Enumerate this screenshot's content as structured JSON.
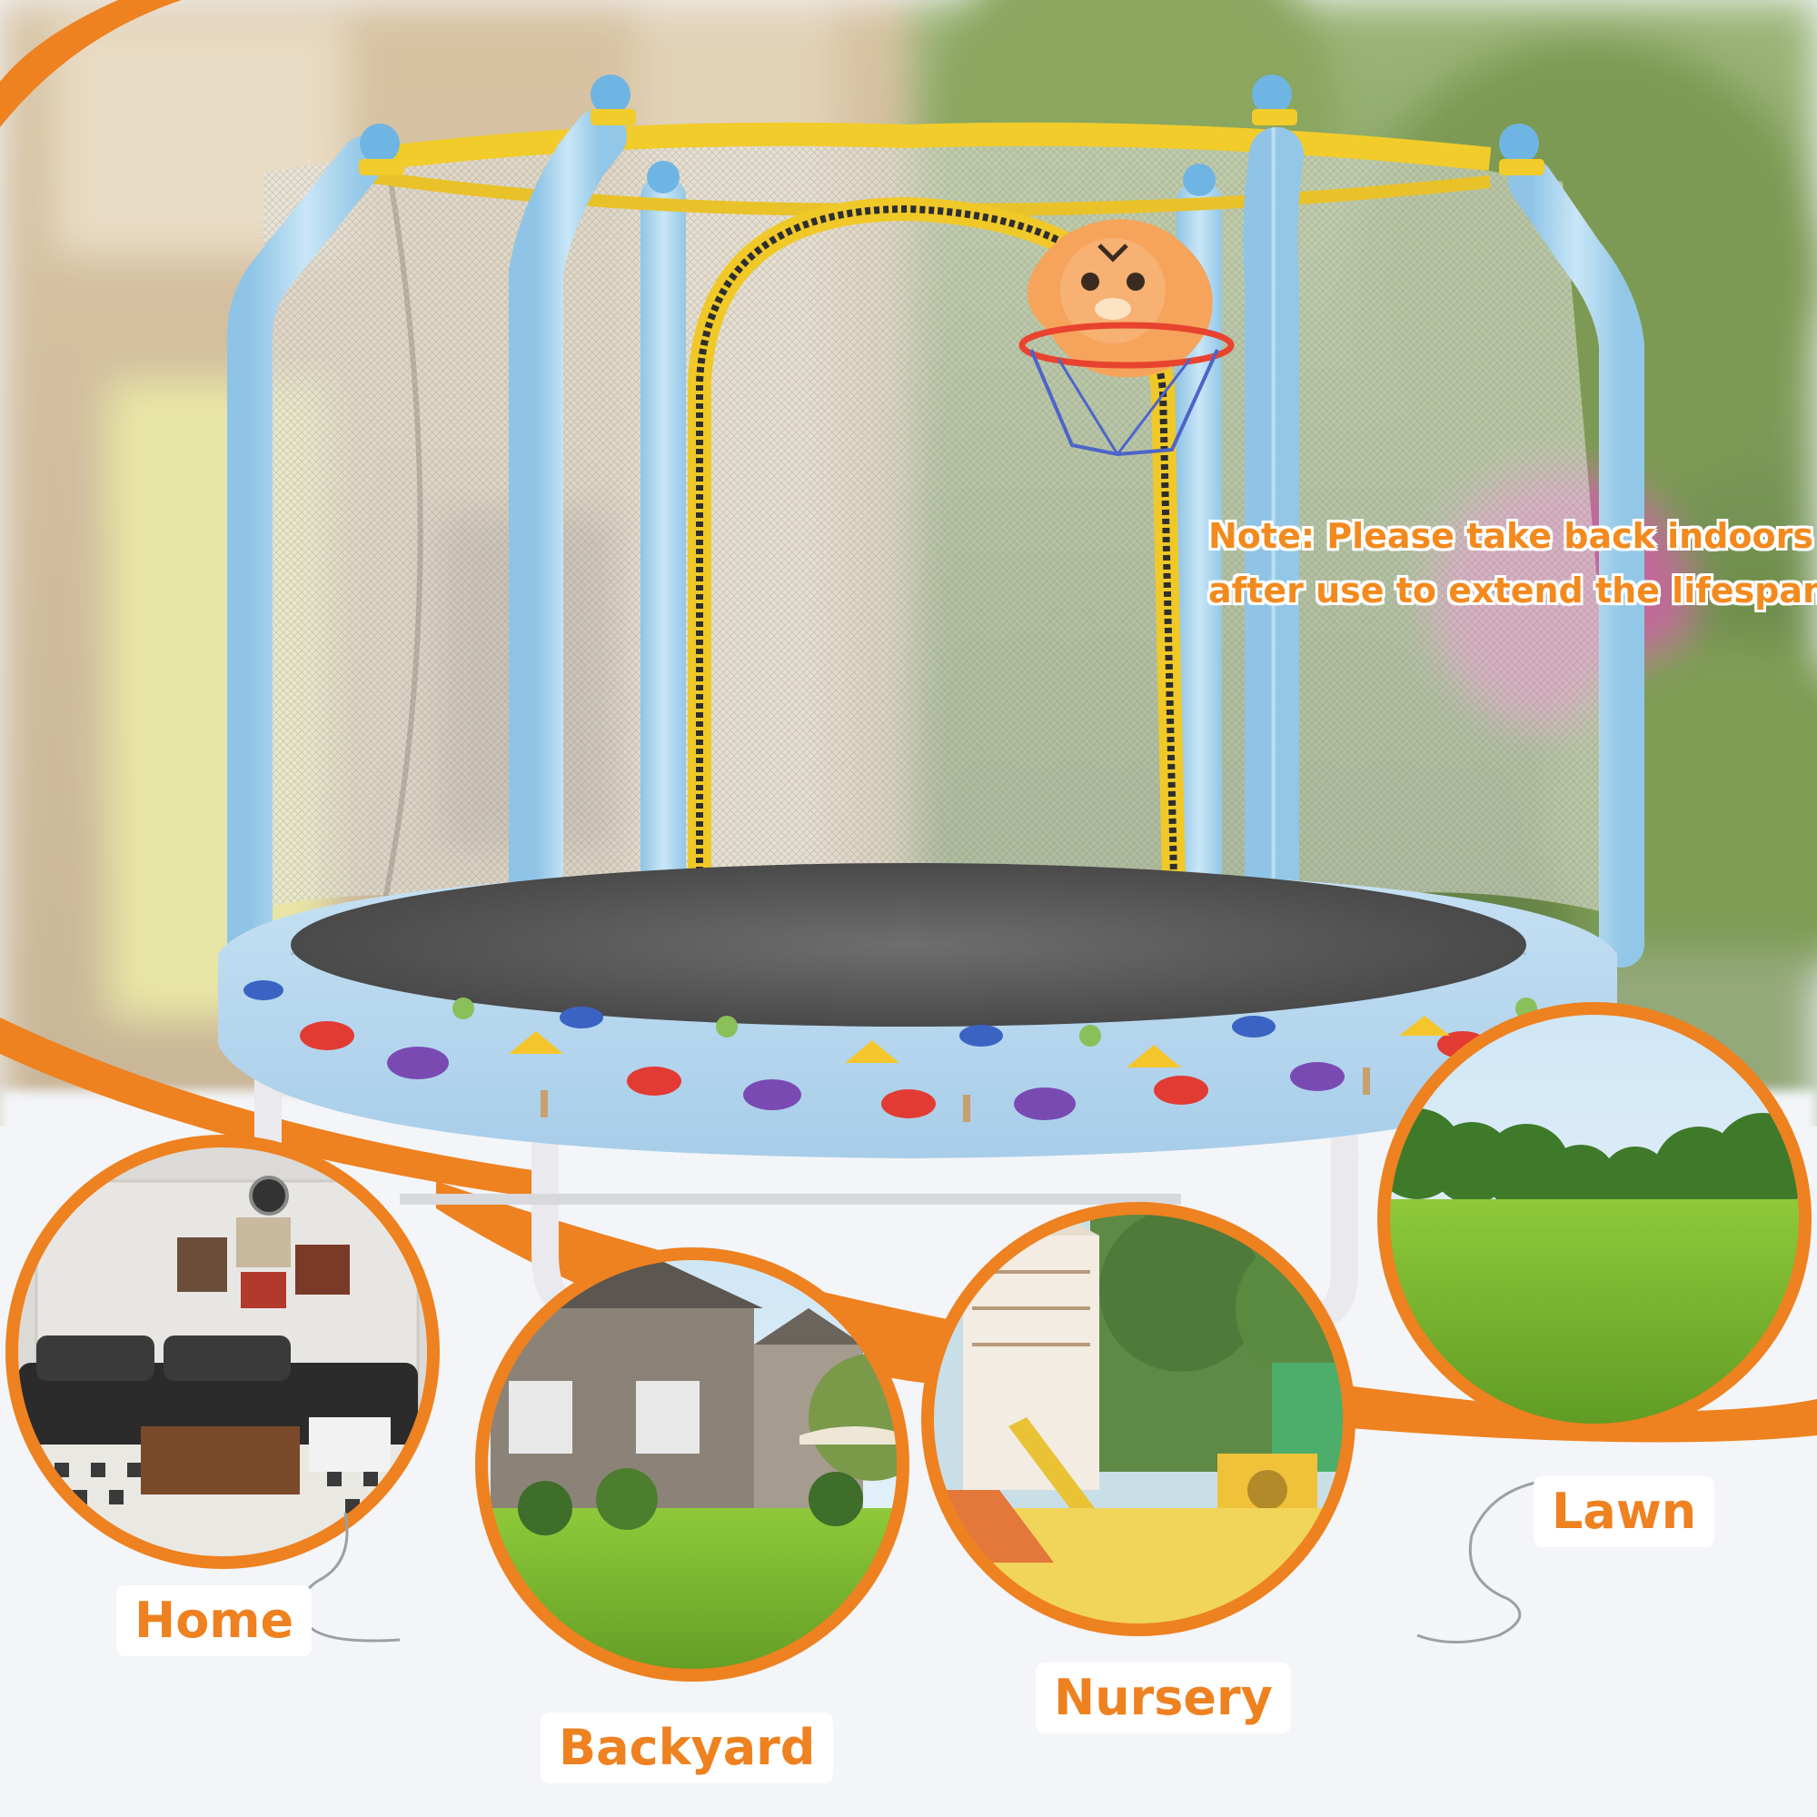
{
  "note": {
    "line1": "Note: Please take back indoors",
    "line2": "after use to extend the lifespan"
  },
  "scenes": [
    {
      "id": "home",
      "label": "Home"
    },
    {
      "id": "backyard",
      "label": "Backyard"
    },
    {
      "id": "nursery",
      "label": "Nursery"
    },
    {
      "id": "lawn",
      "label": "Lawn"
    }
  ],
  "colors": {
    "accent_orange": "#ee8120",
    "frame_blue": "#a9d4ee",
    "net_yellow": "#f1cc2a",
    "pad_blue": "#b9d9ef"
  },
  "icons": [
    "tiger-basketball-hoop-icon",
    "zipper-door-icon",
    "dinosaur-pattern-icon"
  ]
}
